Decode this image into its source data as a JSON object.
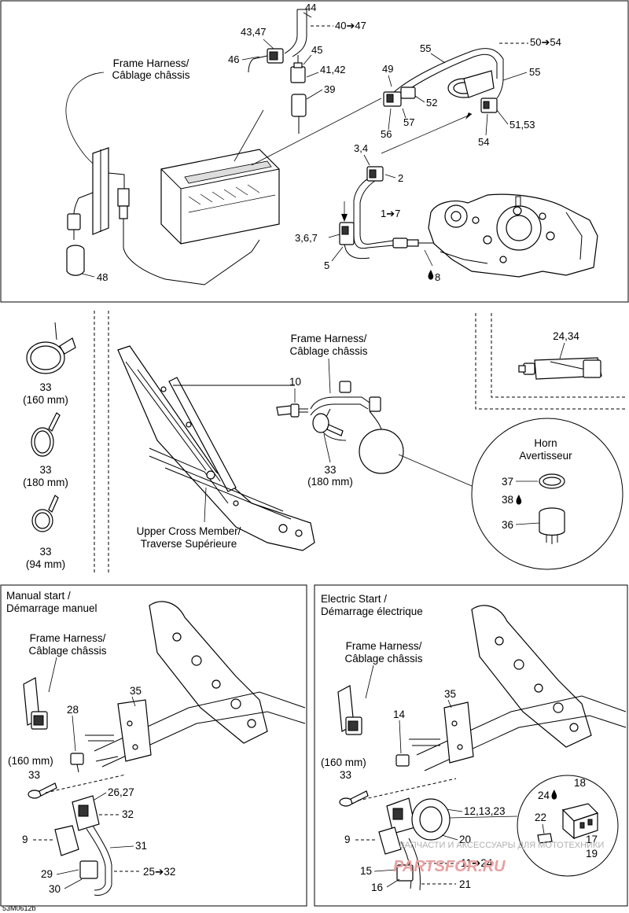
{
  "top_panel": {
    "frame_harness": [
      "Frame Harness/",
      "Câblage châssis"
    ],
    "callouts": {
      "c44": "44",
      "c4347": "43,47",
      "c40_47": "40➔47",
      "c46": "46",
      "c45": "45",
      "c4142": "41,42",
      "c39": "39",
      "c55a": "55",
      "c50_54": "50➔54",
      "c55b": "55",
      "c49": "49",
      "c52": "52",
      "c57": "57",
      "c56": "56",
      "c5153": "51,53",
      "c54": "54",
      "c34": "3,4",
      "c2": "2",
      "c1_7": "1➔7",
      "c367": "3,6,7",
      "c5": "5",
      "c8": "8",
      "c48": "48"
    }
  },
  "clamps_panel": {
    "items": [
      {
        "num": "33",
        "size": "(160 mm)"
      },
      {
        "num": "33",
        "size": "(180 mm)"
      },
      {
        "num": "33",
        "size": "(94 mm)"
      }
    ]
  },
  "middle_panel": {
    "frame_harness": [
      "Frame Harness/",
      "Câblage châssis"
    ],
    "c10": "10",
    "c33": "33",
    "c33_size": "(180 mm)",
    "upper_cross": [
      "Upper Cross Member/",
      "Traverse Supérieure"
    ]
  },
  "horn_panel": {
    "title": [
      "Horn",
      "Avertisseur"
    ],
    "c37": "37",
    "c38": "38",
    "c36": "36"
  },
  "inset_top_right": {
    "c2434": "24,34"
  },
  "manual_panel": {
    "title": [
      "Manual start /",
      "Démarrage manuel"
    ],
    "frame_harness": [
      "Frame Harness/",
      "Câblage châssis"
    ],
    "callouts": {
      "c35": "35",
      "c28": "28",
      "c160": "(160 mm)",
      "c33": "33",
      "c2627": "26,27",
      "c32": "32",
      "c9": "9",
      "c31": "31",
      "c29": "29",
      "c30": "30",
      "c25_32": "25➔32"
    }
  },
  "electric_panel": {
    "title": [
      "Electric Start /",
      "Démarrage électrique"
    ],
    "frame_harness": [
      "Frame Harness/",
      "Câblage châssis"
    ],
    "callouts": {
      "c35": "35",
      "c14": "14",
      "c160": "(160 mm)",
      "c33": "33",
      "c121323": "12,13,23",
      "c18": "18",
      "c24": "24",
      "c22": "22",
      "c9": "9",
      "c20": "20",
      "c17": "17",
      "c19": "19",
      "c11_24": "11➔24",
      "c15": "15",
      "c16": "16",
      "c21": "21"
    }
  },
  "footer_code": "53M0612b",
  "watermark": {
    "line1": "ЗАПЧАСТИ И АКСЕССУАРЫ ДЛЯ МОТОТЕХНИКИ",
    "line2": "PARTSFOR.RU"
  }
}
